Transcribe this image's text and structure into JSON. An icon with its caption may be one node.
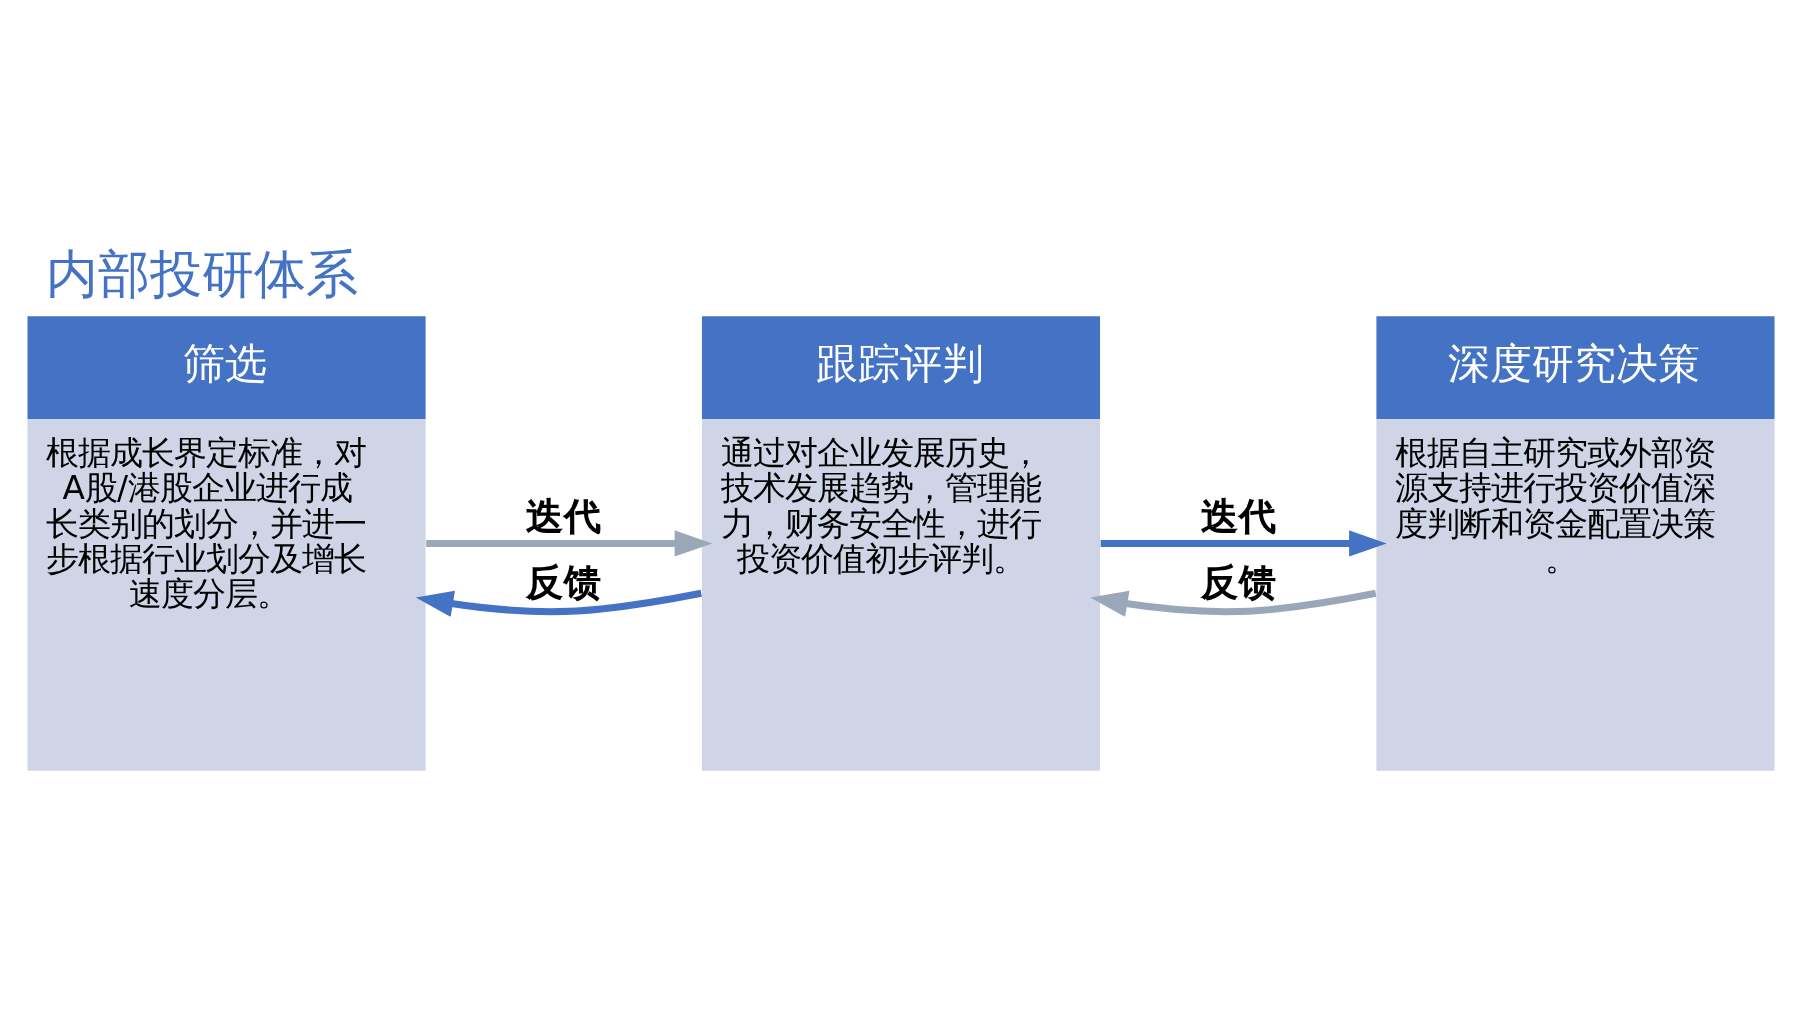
{
  "diagram": {
    "title": "内部投研体系",
    "nodes": [
      {
        "text": [
          "筛选",
          "根据成长界定标准，对A股/港股企业进行成长类别的划分，并进一步根据行业划分及增长速度分层。"
        ]
      },
      {
        "text": [
          "跟踪评判",
          "通过对企业发展历史，技术发展趋势，管理能力，财务安全性，进行投资价值初步评判。"
        ]
      },
      {
        "text": [
          "深度研究决策",
          "根据自主研究或外部资源支持进行投资价值深度判断和资金配置决策。"
        ]
      }
    ],
    "edges": [
      {
        "from": 0,
        "to": 1,
        "arrow": "to",
        "label": "迭代",
        "color": "#9aa7b8"
      },
      {
        "from": 1,
        "to": 2,
        "arrow": "to",
        "label": "迭代",
        "color": "#4472c4"
      },
      {
        "from": 1,
        "to": 0,
        "arrow": "to",
        "label": "反馈",
        "color": "#4472c4"
      },
      {
        "from": 2,
        "to": 1,
        "arrow": "to",
        "label": "反馈",
        "color": "#9aa7b8"
      }
    ]
  }
}
